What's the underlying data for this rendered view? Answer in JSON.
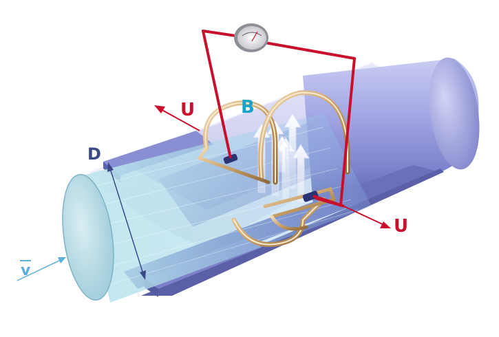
{
  "labels": {
    "voltage_left": "U",
    "voltage_right": "U",
    "magnetic_field": "B",
    "diameter": "D",
    "velocity": "v"
  },
  "colors": {
    "voltage": "#c8102e",
    "magnetic_field": "#1aa3c8",
    "diameter": "#3a4a86",
    "velocity": "#5ab0d8",
    "pipe": "#8f93d8",
    "coil": "#c9a06a",
    "wire": "#c8102e"
  },
  "icons": [
    "voltmeter-icon",
    "electrode-icon",
    "coil-icon",
    "field-arrow-icon"
  ]
}
